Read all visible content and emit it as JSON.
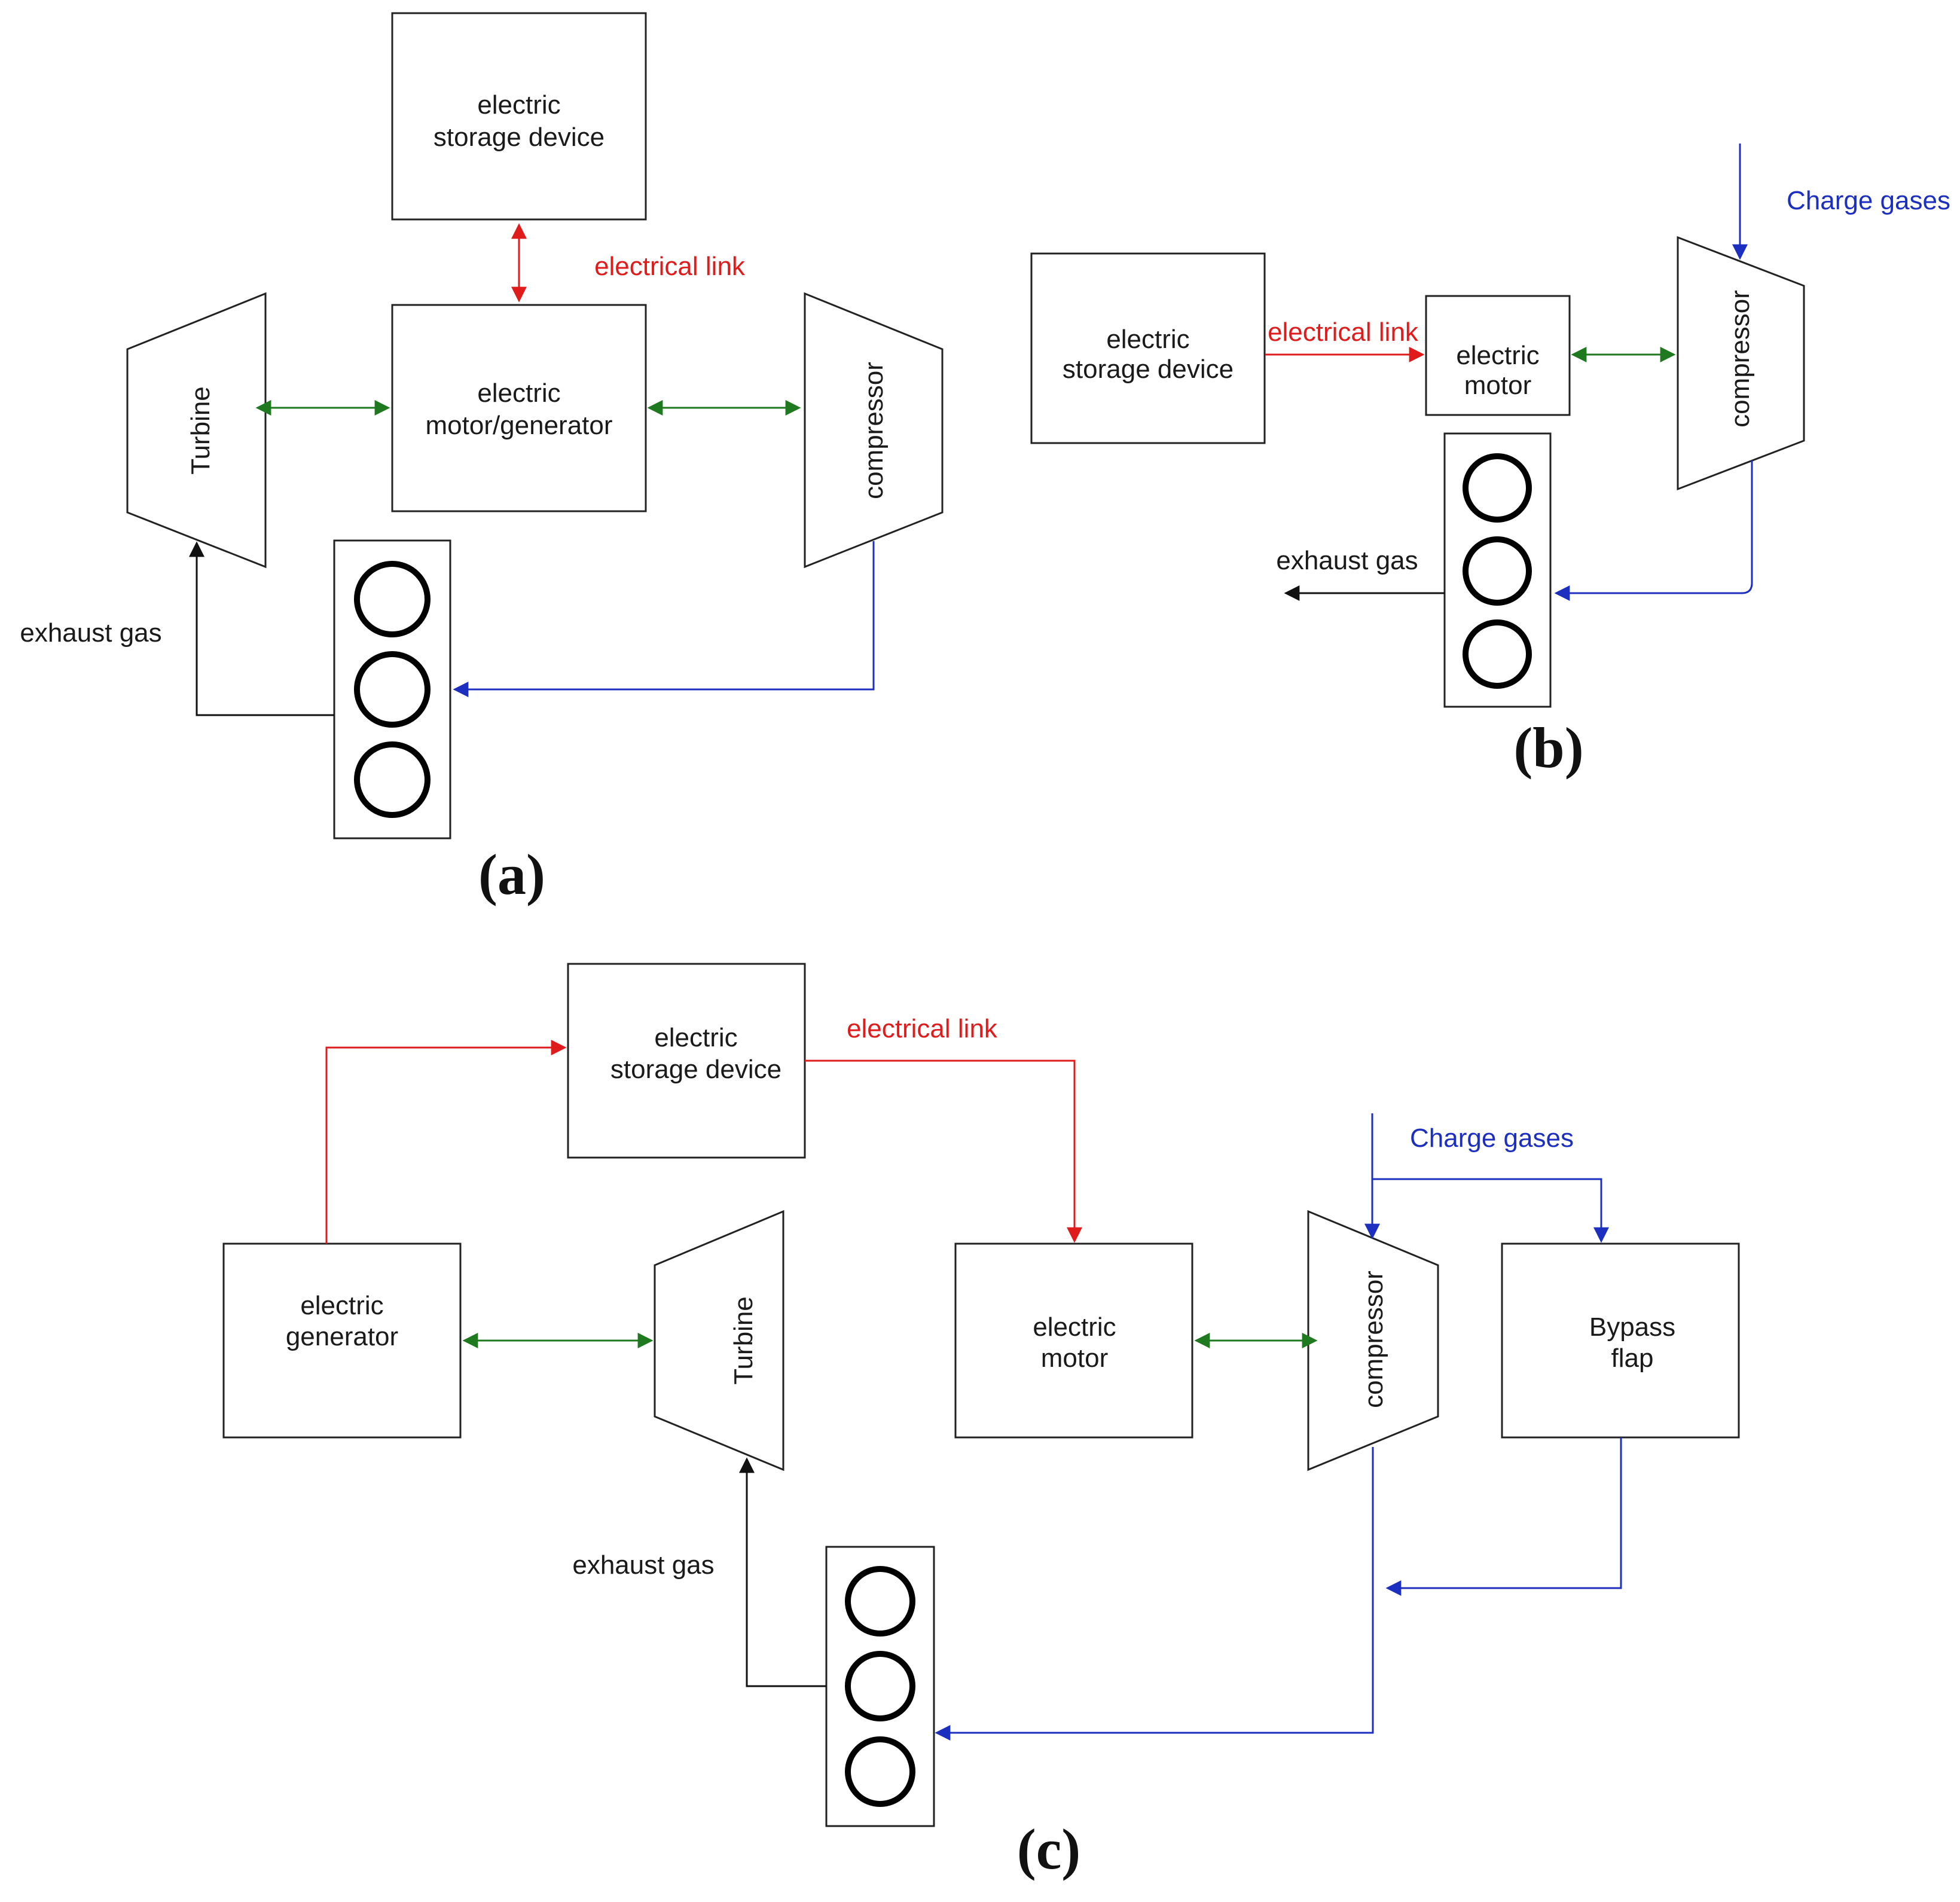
{
  "colors": {
    "electrical": "#e01b1b",
    "mechanical": "#1f7a1f",
    "charge_gas": "#1c2fbf",
    "exhaust": "#111111",
    "outline": "#222222"
  },
  "panel_a": {
    "tag": "(a)",
    "storage_line1": "electric",
    "storage_line2": "storage device",
    "motor_gen_line1": "electric",
    "motor_gen_line2": "motor/generator",
    "turbine": "Turbine",
    "compressor": "compressor",
    "electrical_link": "electrical link",
    "exhaust_gas": "exhaust gas"
  },
  "panel_b": {
    "tag": "(b)",
    "storage_line1": "electric",
    "storage_line2": "storage device",
    "motor_line1": "electric",
    "motor_line2": "motor",
    "compressor": "compressor",
    "electrical_link": "electrical link",
    "charge_gases": "Charge gases",
    "exhaust_gas": "exhaust gas"
  },
  "panel_c": {
    "tag": "(c)",
    "storage_line1": "electric",
    "storage_line2": "storage device",
    "generator_line1": "electric",
    "generator_line2": "generator",
    "turbine": "Turbine",
    "motor_line1": "electric",
    "motor_line2": "motor",
    "compressor": "compressor",
    "bypass_line1": "Bypass",
    "bypass_line2": "flap",
    "electrical_link": "electrical link",
    "charge_gases": "Charge gases",
    "exhaust_gas": "exhaust gas"
  }
}
